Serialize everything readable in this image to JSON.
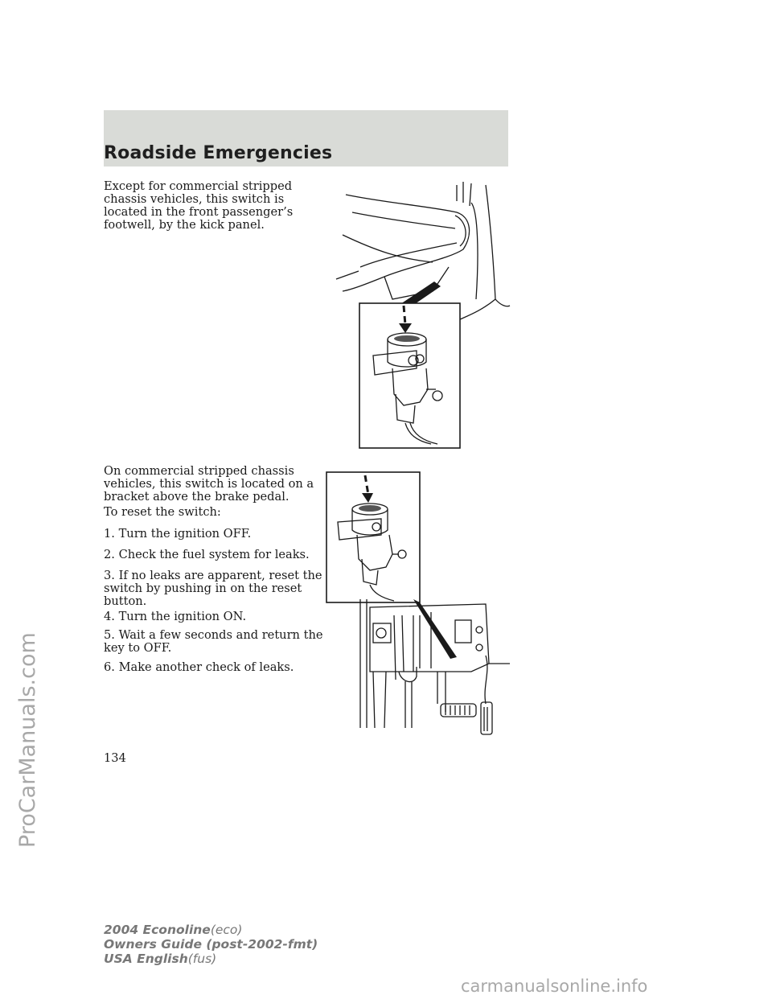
{
  "header": {
    "title": "Roadside Emergencies"
  },
  "body": {
    "para_footwell": "Except for commercial stripped chassis vehicles, this switch is located in the front passenger’s footwell, by the kick panel.",
    "para_commercial": "On commercial stripped chassis vehicles, this switch is located on a bracket above the brake pedal.",
    "reset_intro": "To reset the switch:",
    "steps": [
      "1. Turn the ignition OFF.",
      "2. Check the fuel system for leaks.",
      "3. If no leaks are apparent, reset the switch by pushing in on the reset button.",
      "4. Turn the ignition ON.",
      "5. Wait a few seconds and return the key to OFF.",
      "6. Make another check of leaks."
    ]
  },
  "page_number": "134",
  "footer": {
    "line1_bold": "2004 Econoline",
    "line1_code": "(eco)",
    "line2": "Owners Guide (post-2002-fmt)",
    "line3_bold": "USA English",
    "line3_code": "(fus)"
  },
  "watermarks": {
    "left": "ProCarManuals.com",
    "bottom": "carmanualsonline.info"
  },
  "colors": {
    "header_band": "#d9dbd7",
    "watermark": "#a8a8a8",
    "footer_text": "#777777"
  }
}
